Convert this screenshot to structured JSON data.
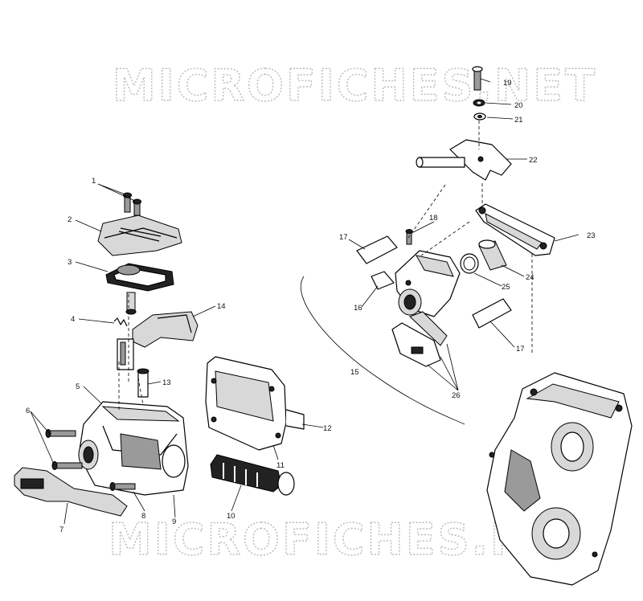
{
  "watermark": {
    "text_top": "MICROFICHES.NET",
    "text_bottom": "MICROFICHES.NET"
  },
  "callouts": [
    "1",
    "2",
    "3",
    "4",
    "5",
    "6",
    "7",
    "8",
    "9",
    "10",
    "11",
    "12",
    "13",
    "14",
    "15",
    "16",
    "17",
    "17",
    "18",
    "19",
    "20",
    "21",
    "22",
    "23",
    "24",
    "25",
    "26"
  ]
}
